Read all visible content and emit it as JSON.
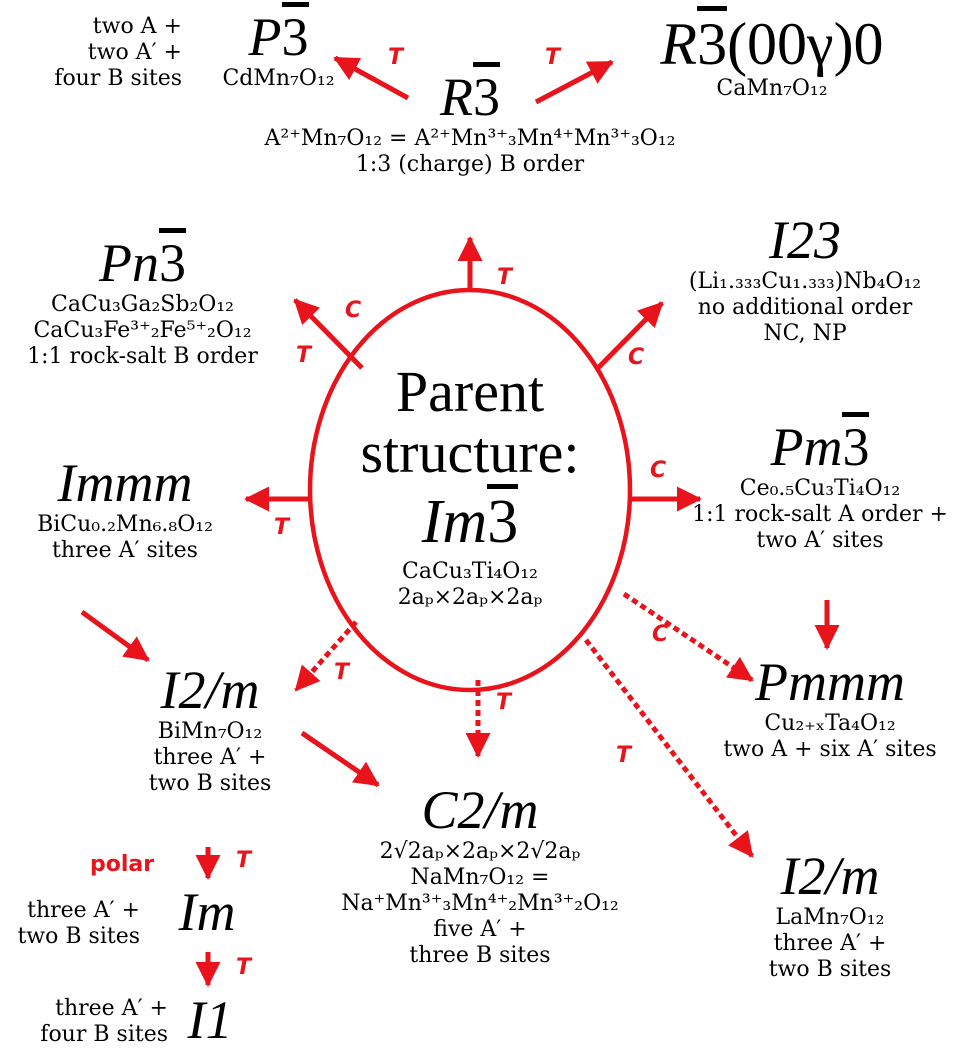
{
  "colors": {
    "arrow": "#e8131b",
    "text": "#000000",
    "background": "#ffffff"
  },
  "parent": {
    "title_line1": "Parent",
    "title_line2": "structure:",
    "group_prefix": "Im",
    "group_bar": "3",
    "formula": "CaCu₃Ti₄O₁₂",
    "cell": "2aₚ×2aₚ×2aₚ"
  },
  "R3": {
    "group_prefix": "R",
    "group_bar": "3",
    "line1": "A²⁺Mn₇O₁₂ = A²⁺Mn³⁺₃Mn⁴⁺Mn³⁺₃O₁₂",
    "line2": "1:3 (charge) B order"
  },
  "P3": {
    "group_prefix": "P",
    "group_bar": "3",
    "formula": "CdMn₇O₁₂",
    "note": [
      "two A +",
      "two A′ +",
      "four B sites"
    ]
  },
  "R3inc": {
    "group_prefix": "R",
    "group_bar": "3",
    "group_suffix": "(00γ)0",
    "formula": "CaMn₇O₁₂"
  },
  "Pn3": {
    "group_prefix": "Pn",
    "group_bar": "3",
    "lines": [
      "CaCu₃Ga₂Sb₂O₁₂",
      "CaCu₃Fe³⁺₂Fe⁵⁺₂O₁₂",
      "1:1 rock-salt B order"
    ]
  },
  "I23": {
    "group": "I23",
    "lines": [
      "(Li₁.₃₃₃Cu₁.₃₃₃)Nb₄O₁₂",
      "no additional order",
      "NC, NP"
    ]
  },
  "Immm": {
    "group": "Immm",
    "lines": [
      "BiCu₀.₂Mn₆.₈O₁₂",
      "three A′ sites"
    ]
  },
  "Pm3": {
    "group_prefix": "Pm",
    "group_bar": "3",
    "lines": [
      "Ce₀.₅Cu₃Ti₄O₁₂",
      "1:1 rock-salt A order +",
      "two A′ sites"
    ]
  },
  "I2m_left": {
    "group": "I2/m",
    "lines": [
      "BiMn₇O₁₂",
      "three A′ +",
      "two B sites"
    ]
  },
  "Pmmm": {
    "group": "Pmmm",
    "lines": [
      "Cu₂₊ₓTa₄O₁₂",
      "two A + six A′ sites"
    ]
  },
  "C2m": {
    "group": "C2/m",
    "lines": [
      "2√2aₚ×2aₚ×2√2aₚ",
      "NaMn₇O₁₂ =",
      "Na⁺Mn³⁺₃Mn⁴⁺₂Mn³⁺₂O₁₂",
      "five A′ +",
      "three B sites"
    ]
  },
  "I2m_right": {
    "group": "I2/m",
    "lines": [
      "LaMn₇O₁₂",
      "three A′ +",
      "two B sites"
    ]
  },
  "Im": {
    "group": "Im",
    "polar": "polar",
    "note": [
      "three A′ +",
      "two B sites"
    ]
  },
  "I1": {
    "group": "I1",
    "note": [
      "three A′ +",
      "four B sites"
    ]
  },
  "arrow_labels": {
    "to_R3": "T",
    "R3_to_P3": "T",
    "R3_to_R3inc": "T",
    "to_Pn3_C": "C",
    "to_Pn3_T": "T",
    "to_I23": "C",
    "to_Immm": "T",
    "to_Pm3": "C",
    "to_Pmmm": "C",
    "to_I2m_left": "T",
    "to_C2m": "T",
    "to_I2m_right": "T",
    "I2m_to_Im": "T",
    "Im_to_I1": "T"
  }
}
